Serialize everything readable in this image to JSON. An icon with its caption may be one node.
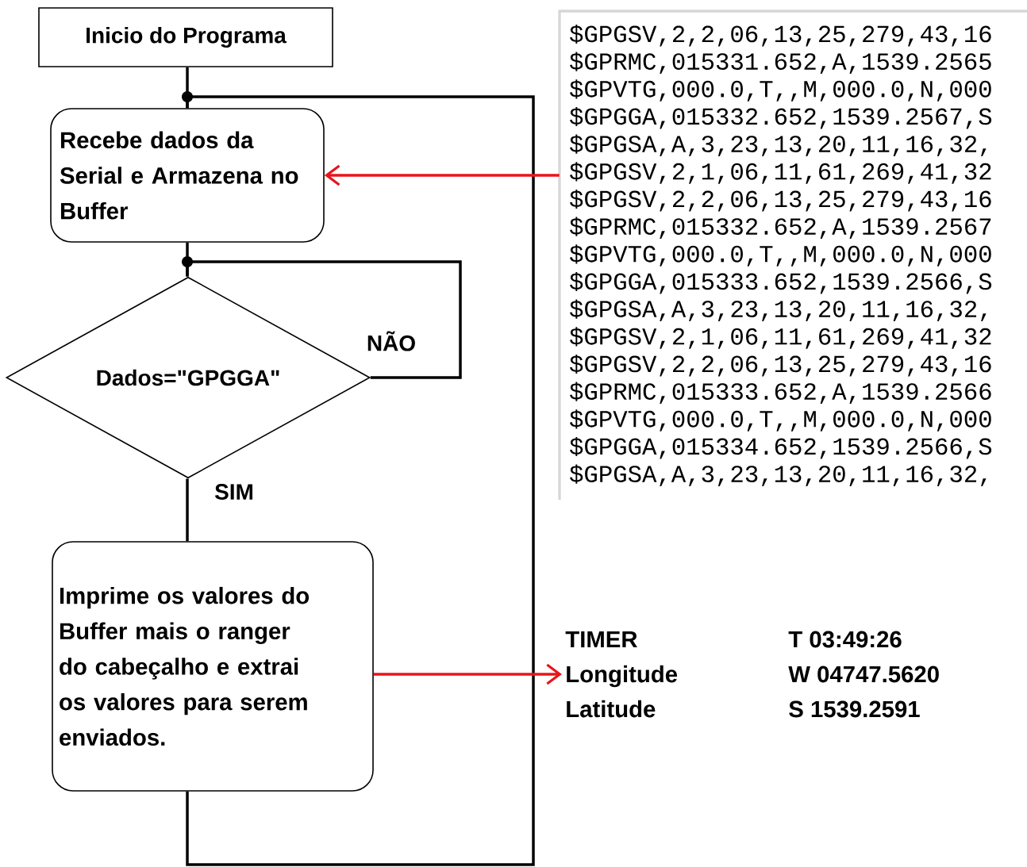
{
  "diagram": {
    "nodes": [
      {
        "text": [
          "Inicio do Programa"
        ]
      },
      {
        "text": [
          "Recebe dados da Serial e Armazena no Buffer"
        ]
      },
      {
        "text": [
          "Dados=\"GPGGA\""
        ]
      },
      {
        "text": [
          "Imprime os valores do Buffer mais o ranger do cabeçalho e extrai os valores para serem enviados."
        ]
      },
      {
        "text": [
          "$GPGSV,2,2,06,13,25,279,43,16",
          "$GPRMC,015331.652,A,1539.2565",
          "$GPVTG,000.0,T,,M,000.0,N,000",
          "$GPGGA,015332.652,1539.2567,S",
          "$GPGSA,A,3,23,13,20,11,16,32,",
          "$GPGSV,2,1,06,11,61,269,41,32",
          "$GPGSV,2,2,06,13,25,279,43,16",
          "$GPRMC,015332.652,A,1539.2567",
          "$GPVTG,000.0,T,,M,000.0,N,000",
          "$GPGGA,015333.652,1539.2566,S",
          "$GPGSA,A,3,23,13,20,11,16,32,",
          "$GPGSV,2,1,06,11,61,269,41,32",
          "$GPGSV,2,2,06,13,25,279,43,16",
          "$GPRMC,015333.652,A,1539.2566",
          "$GPVTG,000.0,T,,M,000.0,N,000",
          "$GPGGA,015334.652,1539.2566,S",
          "$GPGSA,A,3,23,13,20,11,16,32,"
        ]
      },
      {
        "text": [
          "TIMER",
          "T 03:49:26",
          "Longitude",
          "W 04747.5620",
          "Latitude",
          "S 1539.2591"
        ]
      }
    ],
    "edges": [
      {
        "from": 0,
        "to": 1,
        "arrow": "none"
      },
      {
        "from": 1,
        "to": 2,
        "arrow": "none"
      },
      {
        "from": 2,
        "to": 2,
        "arrow": "none",
        "label": "NÃO"
      },
      {
        "from": 2,
        "to": 3,
        "arrow": "none",
        "label": "SIM"
      },
      {
        "from": 3,
        "to": 1,
        "arrow": "none"
      },
      {
        "from": 4,
        "to": 1,
        "arrow": "to",
        "color": "#e8151b"
      },
      {
        "from": 3,
        "to": 5,
        "arrow": "to",
        "color": "#e8151b"
      }
    ]
  }
}
